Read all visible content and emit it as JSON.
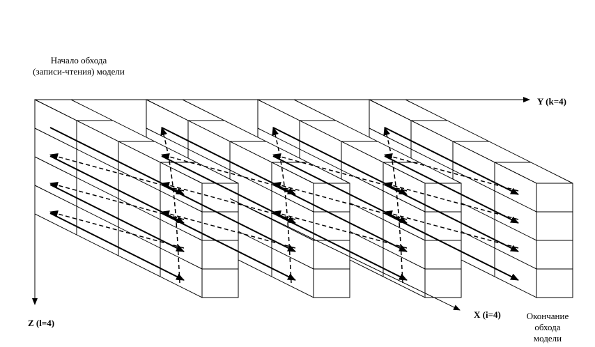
{
  "labels": {
    "start_line1": "Начало обхода",
    "start_line2": "(записи-чтения) модели",
    "axis_y": "Y (k=4)",
    "axis_x": "X (i=4)",
    "axis_z": "Z (l=4)",
    "end_line1": "Окончание",
    "end_line2": "обхода",
    "end_line3": "модели"
  },
  "colors": {
    "ink": "#000000",
    "fill": "#ffffff"
  },
  "model": {
    "i_layers": 4,
    "k_slices": 4,
    "l_rows": 4
  }
}
